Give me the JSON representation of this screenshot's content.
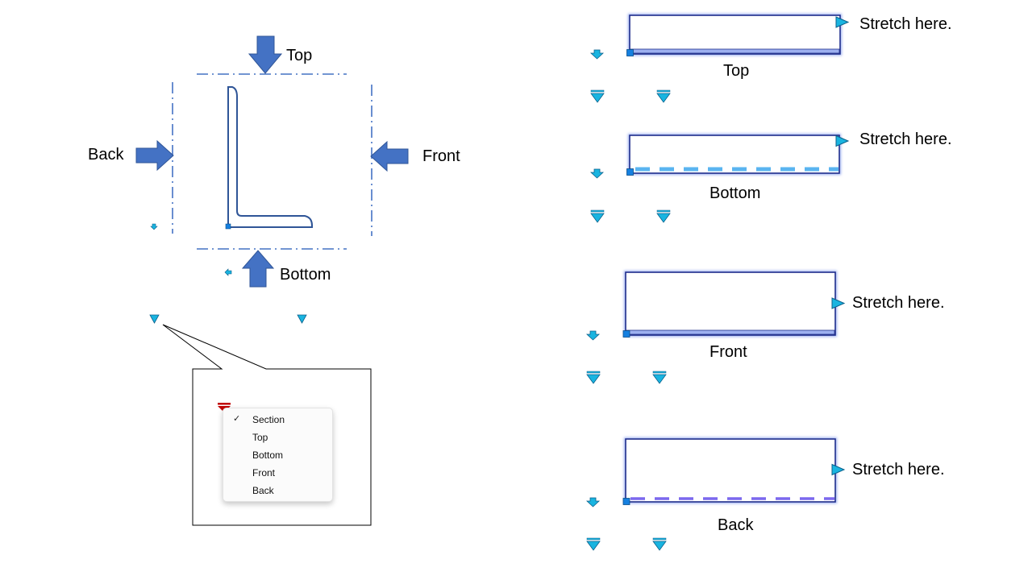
{
  "diagram": {
    "left": {
      "labels": {
        "top": "Top",
        "back": "Back",
        "front": "Front",
        "bottom": "Bottom"
      }
    },
    "context_menu": {
      "items": [
        {
          "label": "Section",
          "checked": true
        },
        {
          "label": "Top",
          "checked": false
        },
        {
          "label": "Bottom",
          "checked": false
        },
        {
          "label": "Front",
          "checked": false
        },
        {
          "label": "Back",
          "checked": false
        }
      ]
    },
    "right": {
      "views": [
        {
          "name": "Top",
          "stretch_text": "Stretch here."
        },
        {
          "name": "Bottom",
          "stretch_text": "Stretch here."
        },
        {
          "name": "Front",
          "stretch_text": "Stretch here."
        },
        {
          "name": "Back",
          "stretch_text": "Stretch here."
        }
      ]
    },
    "colors": {
      "arrow_fill": "#4472c4",
      "arrow_stroke": "#2f5597",
      "grip_fill": "#19b4e0",
      "grip_stroke": "#0a5f8a",
      "outline": "#1f2d8c",
      "glow": "#9db0f0",
      "grip_square": "#1580e0",
      "bottom_dash": "#5ab4f0",
      "back_dash": "#7b68ee",
      "menu_grip": "#c00000"
    }
  }
}
